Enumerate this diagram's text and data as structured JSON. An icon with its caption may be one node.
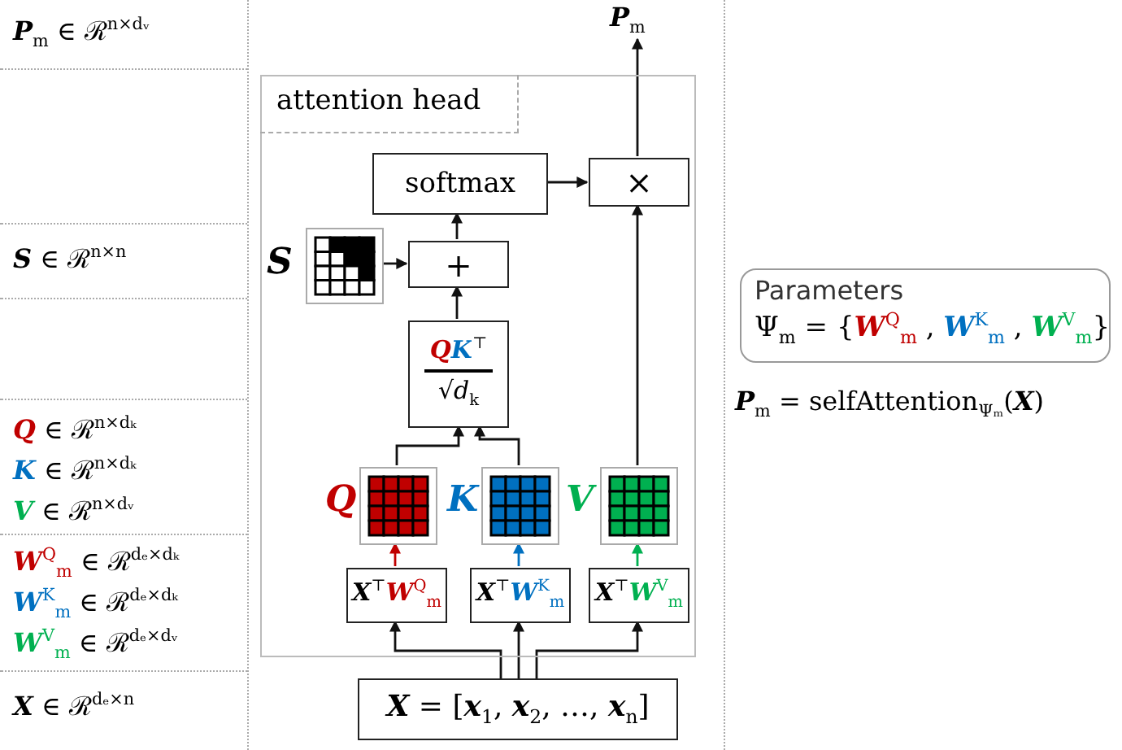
{
  "diagram": {
    "nodes": [
      {
        "text": [
          "attention head"
        ]
      },
      {
        "text": [
          "softmax"
        ],
        "in": 0
      },
      {
        "text": [
          "×"
        ],
        "in": 0
      },
      {
        "text": [
          "+"
        ],
        "in": 0
      },
      {
        "text": [],
        "shape": "box",
        "beside": [
          "S"
        ],
        "in": 0
      },
      {
        "text": [
          "**QK**$^{⊤}$",
          "√*d*$_{k}$"
        ],
        "in": 0
      },
      {
        "text": [],
        "shape": "box",
        "beside": [
          "Q"
        ],
        "in": 0
      },
      {
        "text": [],
        "shape": "box",
        "beside": [
          "K"
        ],
        "in": 0
      },
      {
        "text": [],
        "shape": "box",
        "beside": [
          "V"
        ],
        "in": 0
      },
      {
        "text": [
          "**X**$^{⊤}$**W**$^{Q}$$_{m}$"
        ],
        "in": 0
      },
      {
        "text": [
          "**X**$^{⊤}$**W**$^{K}$$_{m}$"
        ],
        "in": 0
      },
      {
        "text": [
          "**X**$^{⊤}$**W**$^{V}$$_{m}$"
        ],
        "in": 0
      },
      {
        "text": [
          "**X** = [**x**$_{1}$, **x**$_{2}$, …, **x**$_{n}$]"
        ]
      },
      {
        "text": [
          "Parameters",
          "Ψ$_{m}$ = {**W**$^{Q}$$_{m}$ , **W**$^{K}$$_{m}$ , **W**$^{V}$$_{m}$}"
        ]
      },
      {
        "text": [
          "**P**$_{m}$"
        ]
      }
    ],
    "edges": [
      {
        "from": 1,
        "to": 2,
        "arrow": "to"
      },
      {
        "from": 3,
        "to": 1,
        "arrow": "to"
      },
      {
        "from": 4,
        "to": 3,
        "arrow": "to"
      },
      {
        "from": 5,
        "to": 3,
        "arrow": "to"
      },
      {
        "from": 6,
        "to": 5,
        "arrow": "to"
      },
      {
        "from": 7,
        "to": 5,
        "arrow": "to"
      },
      {
        "from": 8,
        "to": 2,
        "arrow": "to"
      },
      {
        "from": 9,
        "to": 6,
        "arrow": "to",
        "color": "#c00000"
      },
      {
        "from": 10,
        "to": 7,
        "arrow": "to",
        "color": "#0070c0"
      },
      {
        "from": 11,
        "to": 8,
        "arrow": "to",
        "color": "#00b050"
      },
      {
        "from": 12,
        "to": 9,
        "arrow": "to"
      },
      {
        "from": 12,
        "to": 10,
        "arrow": "to"
      },
      {
        "from": 12,
        "to": 11,
        "arrow": "to"
      },
      {
        "from": 2,
        "to": 14,
        "arrow": "to"
      }
    ],
    "labels": [
      "**P**$_{m}$ ∈ ℛ$^{n×dᵥ}$",
      "**S** ∈ ℛ$^{n×n}$",
      "**Q** ∈ ℛ$^{n×dₖ}$",
      "**K** ∈ ℛ$^{n×dₖ}$",
      "**V** ∈ ℛ$^{n×dᵥ}$",
      "**W**$^{Q}$$_{m}$ ∈ ℛ$^{dₑ×dₖ}$",
      "**W**$^{K}$$_{m}$ ∈ ℛ$^{dₑ×dₖ}$",
      "**W**$^{V}$$_{m}$ ∈ ℛ$^{dₑ×dᵥ}$",
      "**X** ∈ ℛ$^{dₑ×n}$",
      "**P**$_{m}$ = selfAttention$_{Ψₘ}$(**X**)"
    ]
  }
}
